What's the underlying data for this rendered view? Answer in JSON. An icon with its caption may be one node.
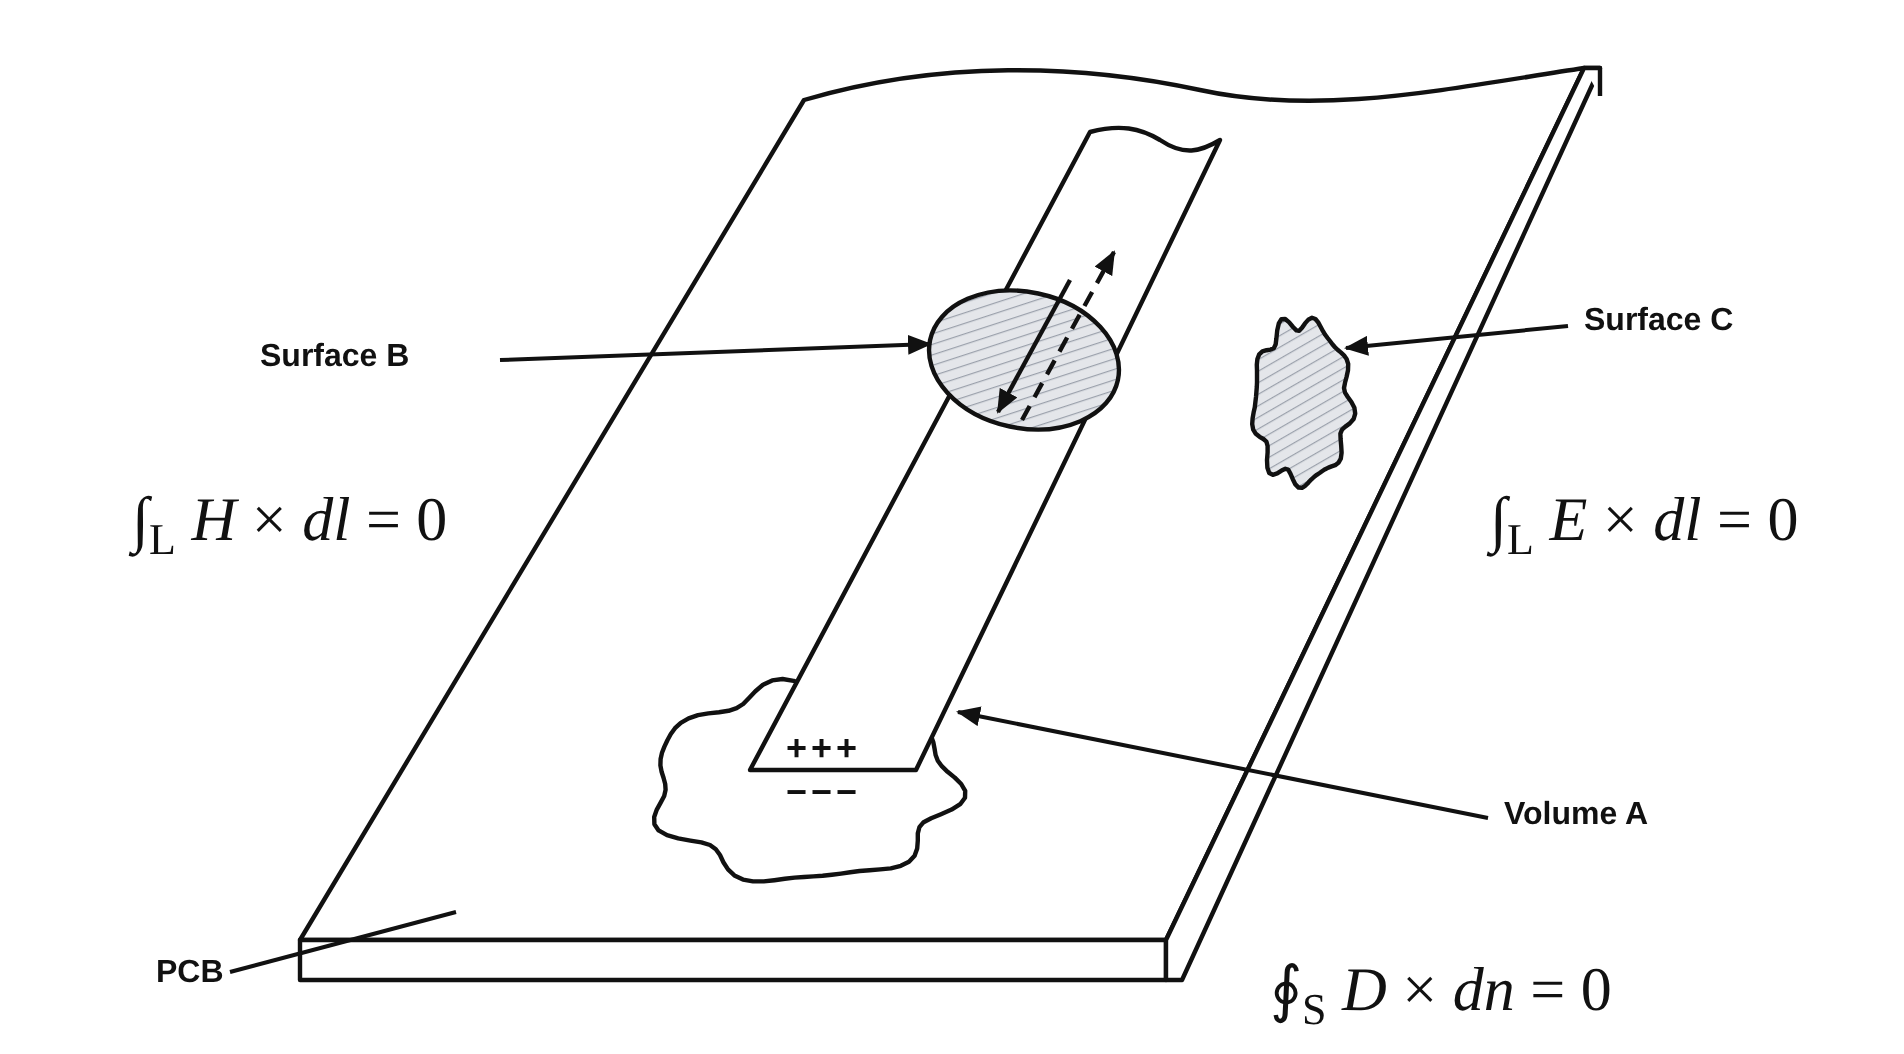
{
  "diagram": {
    "nodes": [
      {
        "text": [
          "Surface B"
        ]
      },
      {
        "text": [],
        "shape": "ellipse",
        "in": 7
      },
      {
        "text": [
          "Surface C"
        ]
      },
      {
        "text": [],
        "shape": "cloud",
        "in": 7
      },
      {
        "text": [
          "Volume A"
        ]
      },
      {
        "text": [],
        "shape": "cloud",
        "in": 7
      },
      {
        "text": [
          "PCB"
        ]
      },
      {
        "text": [],
        "shape": "box"
      }
    ],
    "edges": [
      {
        "from": 0,
        "to": 1,
        "arrow": "to"
      },
      {
        "from": 2,
        "to": 3,
        "arrow": "to"
      },
      {
        "from": 4,
        "to": 5,
        "arrow": "to"
      },
      {
        "from": 6,
        "to": 7,
        "arrow": "none"
      }
    ],
    "labels": [
      "∫$_{L}$ *H* × *dl* = 0",
      "∫$_{L}$ *E* × *dl* = 0",
      "+++",
      "−−−",
      "∮$_{S}$ *D* × *dn* = 0"
    ]
  }
}
